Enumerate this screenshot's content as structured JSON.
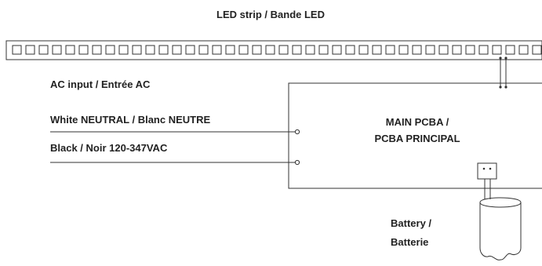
{
  "labels": {
    "led_strip": "LED strip / Bande LED",
    "ac_input": "AC input / Entrée AC",
    "white_neutral": "White NEUTRAL / Blanc NEUTRE",
    "black_line": "Black / Noir 120-347VAC",
    "main_pcba_line1": "MAIN PCBA /",
    "main_pcba_line2": "PCBA PRINCIPAL",
    "battery_line1": "Battery /",
    "battery_line2": "Batterie"
  },
  "led_strip": {
    "led_count": 40
  },
  "colors": {
    "line": "#333333",
    "text": "#222222",
    "background": "#ffffff"
  }
}
